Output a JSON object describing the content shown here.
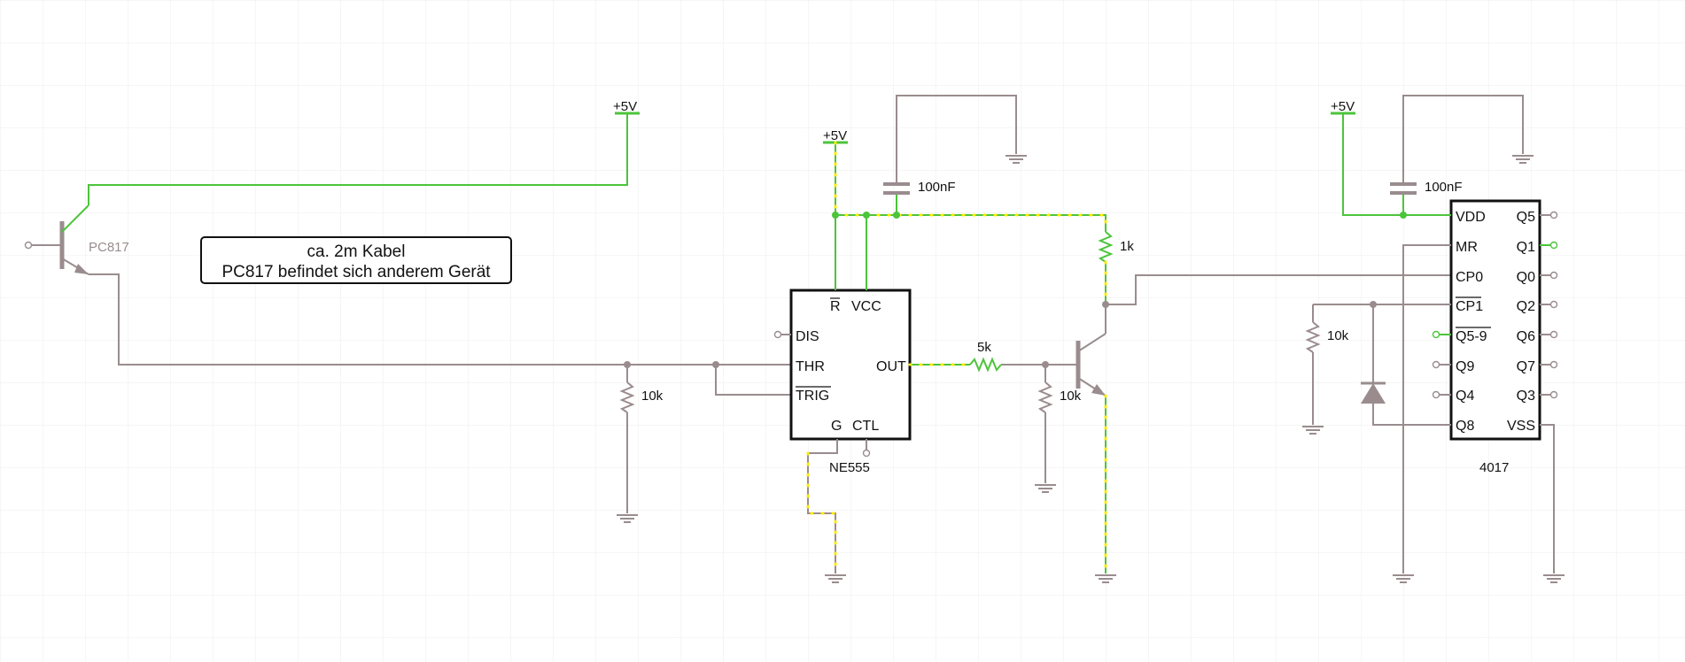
{
  "annotation": {
    "line1": "ca. 2m Kabel",
    "line2": "PC817 befindet sich anderem Gerät"
  },
  "supplies": {
    "pc817_supply": "+5V",
    "ne555_supply": "+5V",
    "ic4017_supply": "+5V"
  },
  "components": {
    "optocoupler": "PC817",
    "timer_chip": "NE555",
    "counter_chip": "4017",
    "r_pulldown_thr": "10k",
    "r_base": "5k",
    "r_base_pulldown": "10k",
    "r_collector": "1k",
    "r_mr_pulldown": "10k",
    "c_ne555": "100nF",
    "c_4017": "100nF"
  },
  "ne555": {
    "reset": "R",
    "vcc": "VCC",
    "dis": "DIS",
    "thr": "THR",
    "out": "OUT",
    "trig": "TRIG",
    "gnd": "G",
    "ctl": "CTL"
  },
  "ic4017": {
    "left_pins": [
      "VDD",
      "MR",
      "CP0",
      "CP1",
      "Q5-9",
      "Q9",
      "Q4",
      "Q8"
    ],
    "right_pins": [
      "Q5",
      "Q1",
      "Q0",
      "Q2",
      "Q6",
      "Q7",
      "Q3",
      "VSS"
    ]
  },
  "colors": {
    "wire_idle": "#9a8c8e",
    "wire_high": "#4cc43b",
    "current_dots": "#ffeb00",
    "grid": "#ececec"
  }
}
